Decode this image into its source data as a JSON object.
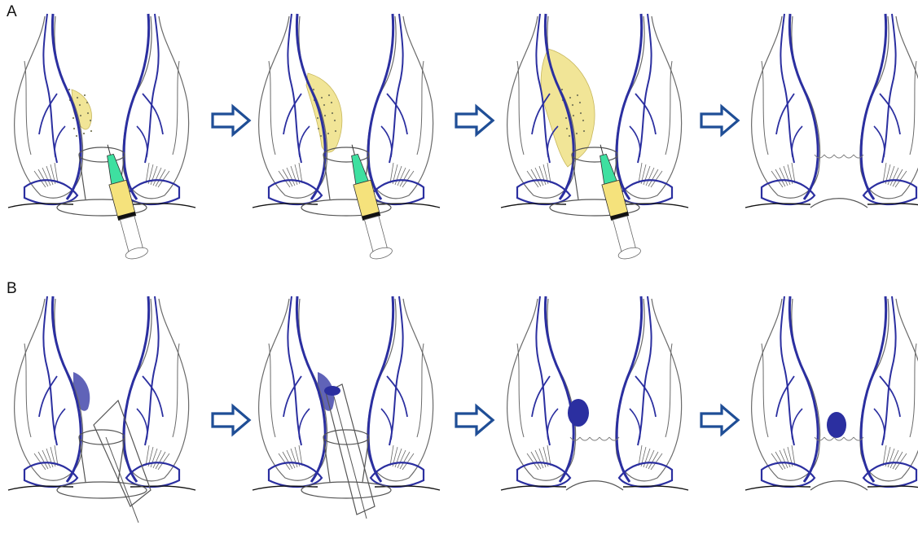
{
  "rows": [
    {
      "label": "A",
      "panels": [
        {
          "injection": "small",
          "needle": true
        },
        {
          "injection": "medium",
          "needle": true
        },
        {
          "injection": "large",
          "needle": true
        },
        {
          "injection": "none",
          "needle": false
        }
      ]
    },
    {
      "label": "B",
      "panels": [
        {
          "band": "none",
          "ligator": "tilted"
        },
        {
          "band": "none",
          "ligator": "banding"
        },
        {
          "band": "applied",
          "ligator": "none"
        },
        {
          "band": "dropping",
          "ligator": "none"
        }
      ]
    }
  ],
  "colors": {
    "vessel": "#2b2fa0",
    "outline": "#6a6a6a",
    "sclerosant": "#f1e597",
    "needle": "#3ee0a0",
    "syringe": "#f5e27c",
    "arrow": "#1f4e96",
    "band": "#2b2fa0"
  }
}
